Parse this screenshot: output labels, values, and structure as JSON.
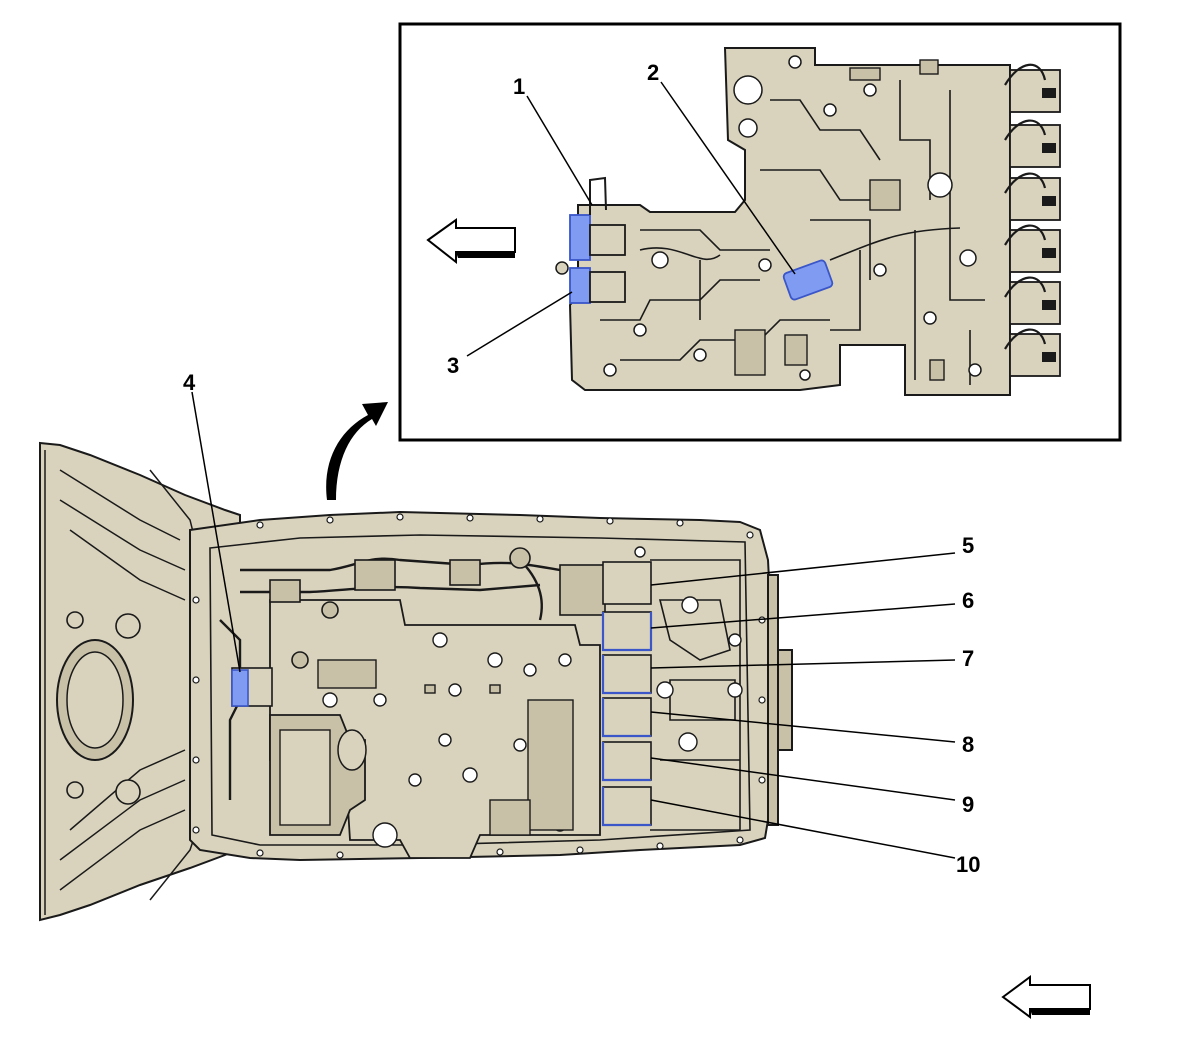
{
  "colors": {
    "housing": "#d9d3bd",
    "housing_dark": "#c8c1a8",
    "outline": "#1a1a1a",
    "highlight": "#7f9bf2",
    "highlight_edge": "#3a56c9",
    "frame": "#000000"
  },
  "callouts": [
    {
      "id": "1",
      "label": "1"
    },
    {
      "id": "2",
      "label": "2"
    },
    {
      "id": "3",
      "label": "3"
    },
    {
      "id": "4",
      "label": "4"
    },
    {
      "id": "5",
      "label": "5"
    },
    {
      "id": "6",
      "label": "6"
    },
    {
      "id": "7",
      "label": "7"
    },
    {
      "id": "8",
      "label": "8"
    },
    {
      "id": "9",
      "label": "9"
    },
    {
      "id": "10",
      "label": "10"
    }
  ],
  "icons": {
    "inset_direction": "arrow-left-icon",
    "main_direction": "arrow-left-icon",
    "detail_pointer": "curved-arrow-icon"
  }
}
